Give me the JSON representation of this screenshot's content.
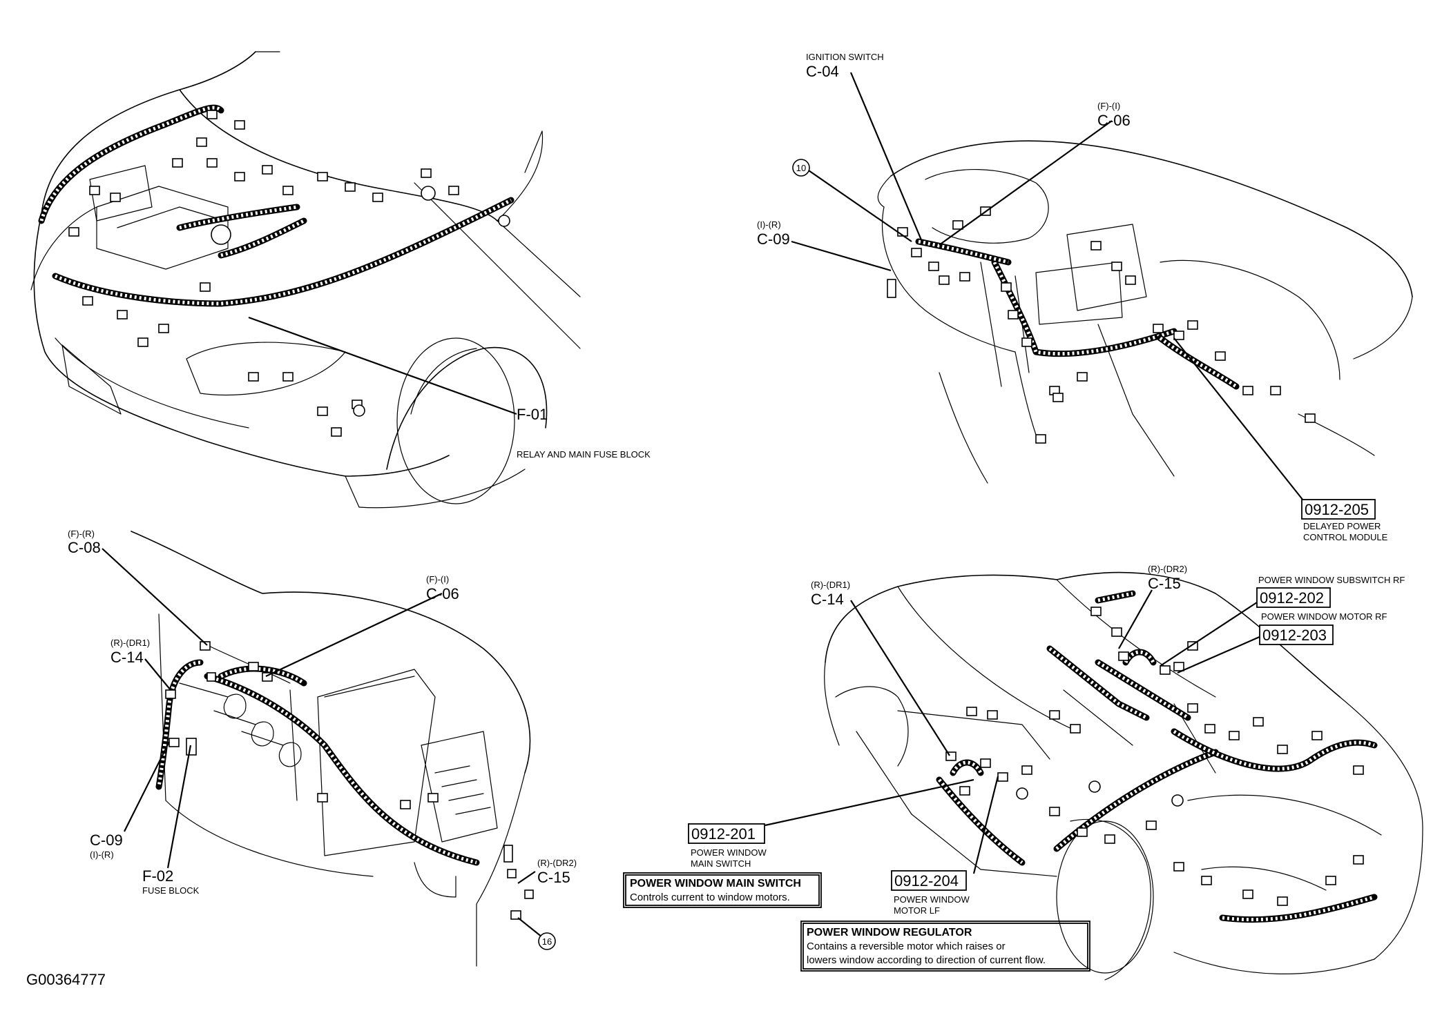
{
  "figure_id": "G00364777",
  "top_left": {
    "callouts": [
      {
        "code": "F-01",
        "desc": "RELAY AND MAIN FUSE BLOCK"
      }
    ]
  },
  "top_right": {
    "callouts": [
      {
        "code": "C-04",
        "desc": "IGNITION SWITCH"
      },
      {
        "code": "C-06",
        "desc": "(F)-(I)"
      },
      {
        "code": "C-09",
        "desc": "(I)-(R)"
      },
      {
        "code": "0912-205",
        "desc_line1": "DELAYED POWER",
        "desc_line2": "CONTROL MODULE"
      }
    ],
    "circled_number": "10"
  },
  "bottom_left": {
    "callouts": [
      {
        "code": "C-08",
        "desc": "(F)-(R)"
      },
      {
        "code": "C-06",
        "desc": "(F)-(I)"
      },
      {
        "code": "C-14",
        "desc": "(R)-(DR1)"
      },
      {
        "code": "C-09",
        "desc": "(I)-(R)"
      },
      {
        "code": "F-02",
        "desc": "FUSE BLOCK"
      },
      {
        "code": "C-15",
        "desc": "(R)-(DR2)"
      }
    ],
    "circled_number": "16"
  },
  "bottom_right": {
    "callouts": [
      {
        "code": "C-14",
        "desc": "(R)-(DR1)"
      },
      {
        "code": "C-15",
        "desc": "(R)-(DR2)"
      },
      {
        "code": "0912-202",
        "desc": "POWER WINDOW SUBSWITCH RF"
      },
      {
        "code": "0912-203",
        "desc": "POWER WINDOW MOTOR RF"
      },
      {
        "code": "0912-201",
        "desc_line1": "POWER WINDOW",
        "desc_line2": "MAIN SWITCH"
      },
      {
        "code": "0912-204",
        "desc_line1": "POWER WINDOW",
        "desc_line2": "MOTOR LF"
      }
    ],
    "info_boxes": [
      {
        "title": "POWER WINDOW MAIN SWITCH",
        "lines": [
          "Controls current to window motors."
        ]
      },
      {
        "title": "POWER WINDOW REGULATOR",
        "lines": [
          "Contains a reversible motor which raises or",
          "lowers window according to direction of current flow."
        ]
      }
    ]
  }
}
